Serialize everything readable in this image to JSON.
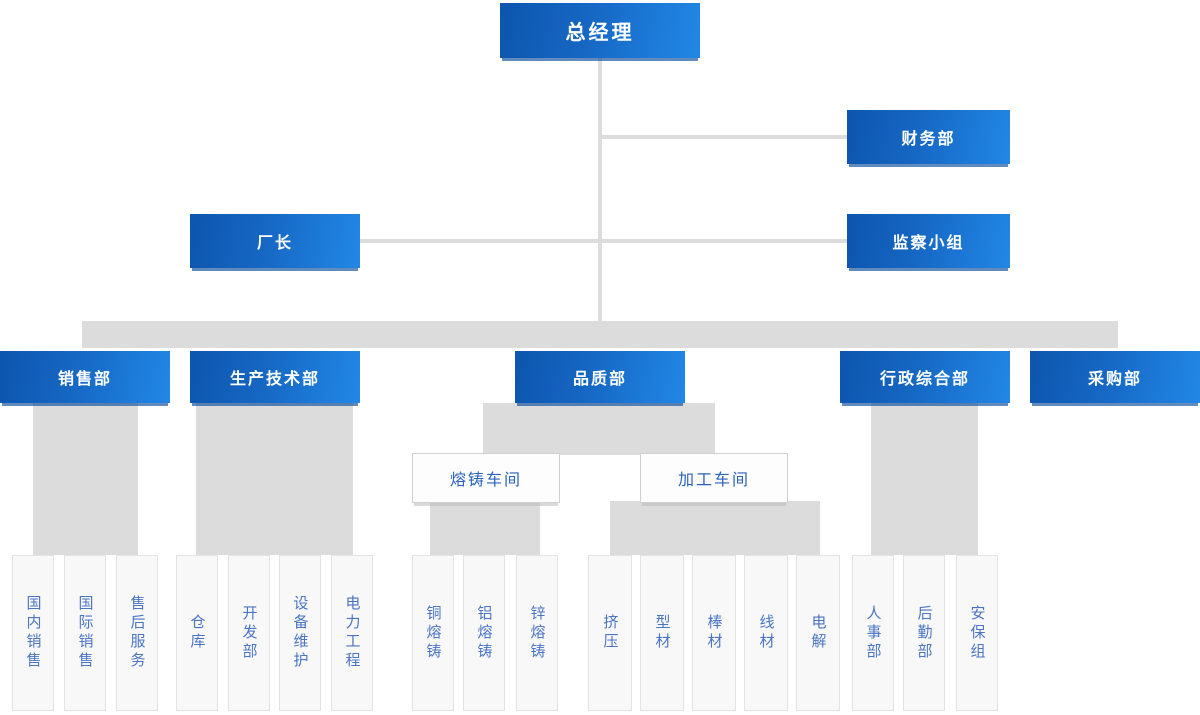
{
  "colors": {
    "node_gradient_start": "#0d55ad",
    "node_gradient_end": "#2287e6",
    "connector_gray": "#dcdcdc",
    "workshop_text_blue": "#2a62bd",
    "unit_text_blue": "#4a74c4",
    "node_text": "#ffffff",
    "background": "#ffffff"
  },
  "org": {
    "general_manager": {
      "label": "总经理"
    },
    "finance_dept": {
      "label": "财务部"
    },
    "factory_director": {
      "label": "厂长"
    },
    "supervision_group": {
      "label": "监察小组"
    },
    "departments": [
      {
        "label": "销售部",
        "children": [
          "国内销售",
          "国际销售",
          "售后服务"
        ]
      },
      {
        "label": "生产技术部",
        "children": [
          "仓库",
          "开发部",
          "设备维护",
          "电力工程"
        ]
      },
      {
        "label": "品质部",
        "children": [
          "熔铸车间",
          "加工车间"
        ]
      },
      {
        "label": "行政综合部",
        "children": [
          "人事部",
          "后勤部",
          "安保组"
        ]
      },
      {
        "label": "采购部",
        "children": []
      }
    ],
    "workshops": [
      {
        "label": "熔铸车间",
        "children": [
          "铜熔铸",
          "铝熔铸",
          "锌熔铸"
        ]
      },
      {
        "label": "加工车间",
        "children": [
          "挤压",
          "型材",
          "棒材",
          "线材",
          "电解"
        ]
      }
    ]
  }
}
